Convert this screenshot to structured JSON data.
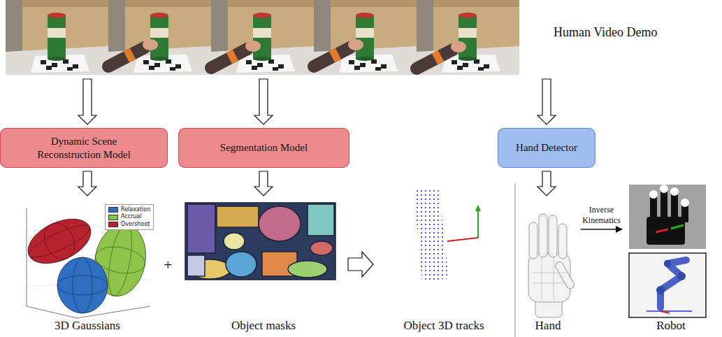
{
  "diagram": {
    "nodes": [
      {
        "text": [
          "Human Video Demo"
        ]
      },
      {
        "text": [
          "Dynamic Scene Reconstruction Model"
        ]
      },
      {
        "text": [
          "Segmentation Model"
        ]
      },
      {
        "text": [
          "Hand Detector"
        ]
      },
      {
        "text": [
          "3D Gaussians"
        ]
      },
      {
        "text": [
          "Object masks"
        ]
      },
      {
        "text": [
          "Object 3D tracks"
        ]
      },
      {
        "text": [
          "Hand"
        ]
      },
      {
        "text": [
          "Robot"
        ]
      }
    ],
    "edges": [
      {
        "from": 0,
        "to": 1,
        "arrow": "to"
      },
      {
        "from": 0,
        "to": 2,
        "arrow": "to"
      },
      {
        "from": 0,
        "to": 3,
        "arrow": "to"
      },
      {
        "from": 1,
        "to": 4,
        "arrow": "to"
      },
      {
        "from": 2,
        "to": 5,
        "arrow": "to"
      },
      {
        "from": 3,
        "to": 7,
        "arrow": "to"
      },
      {
        "from": 5,
        "to": 6,
        "arrow": "to"
      },
      {
        "from": 7,
        "to": 8,
        "label": "Inverse Kinematics",
        "arrow": "to"
      }
    ],
    "labels": [
      "+"
    ],
    "legend": [
      {
        "text": "Relaxation",
        "color": "#2f6fc2"
      },
      {
        "text": "Accrual",
        "color": "#8fc44a"
      },
      {
        "text": "Overshoot",
        "color": "#b8222f"
      }
    ]
  }
}
